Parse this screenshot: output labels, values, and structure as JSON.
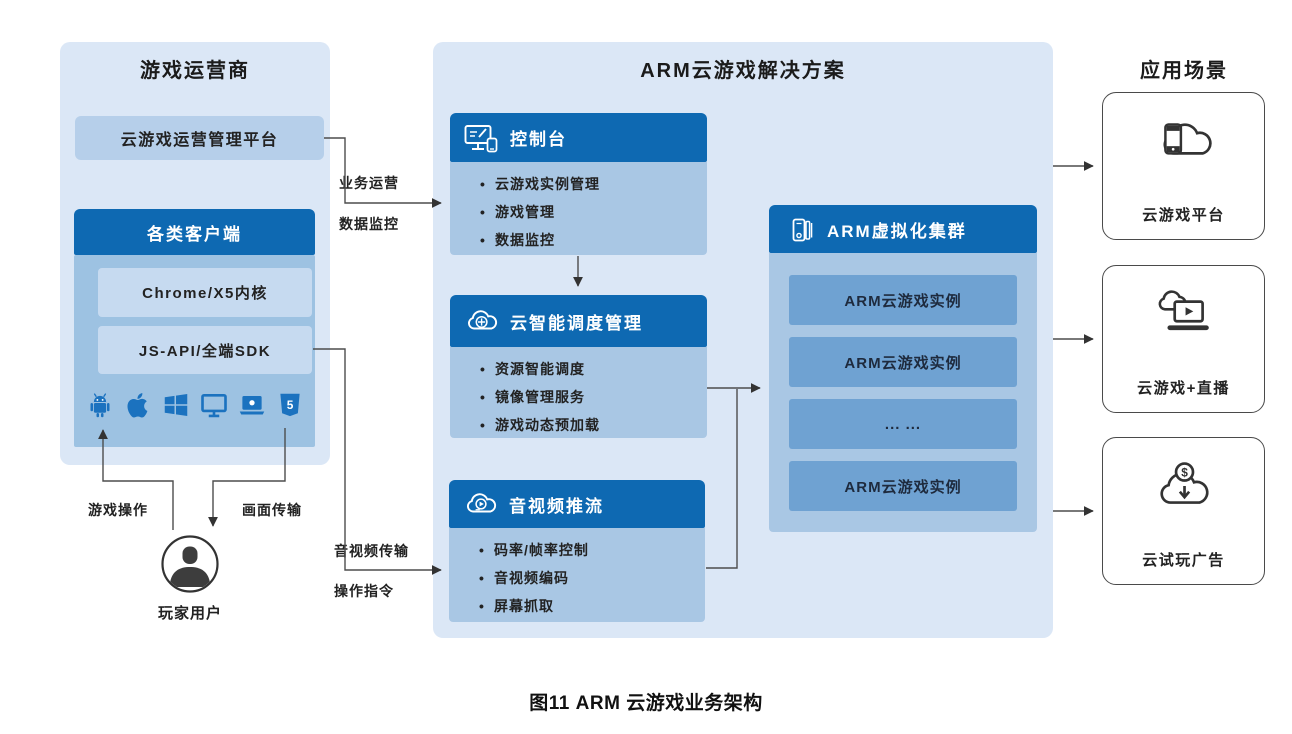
{
  "diagram": {
    "caption": "图11  ARM 云游戏业务架构",
    "left_panel": {
      "title": "游戏运营商",
      "platform_box": "云游戏运营管理平台",
      "clients": {
        "header": "各类客户端",
        "kernel_box": "Chrome/X5内核",
        "sdk_box": "JS-API/全端SDK",
        "platform_icons": [
          "android-icon",
          "apple-icon",
          "windows-icon",
          "monitor-icon",
          "mac-laptop-icon",
          "html5-icon"
        ],
        "html5_glyph": "5"
      }
    },
    "player": {
      "label": "玩家用户",
      "upstream_label": "游戏操作",
      "downstream_label": "画面传输"
    },
    "solution_panel": {
      "title": "ARM云游戏解决方案",
      "modules": [
        {
          "title": "控制台",
          "icon": "console-icon",
          "bullets": [
            "云游戏实例管理",
            "游戏管理",
            "数据监控"
          ]
        },
        {
          "title": "云智能调度管理",
          "icon": "cloud-schedule-icon",
          "bullets": [
            "资源智能调度",
            "镜像管理服务",
            "游戏动态预加载"
          ]
        },
        {
          "title": "音视频推流",
          "icon": "cloud-stream-icon",
          "bullets": [
            "码率/帧率控制",
            "音视频编码",
            "屏幕抓取"
          ]
        }
      ],
      "cluster": {
        "title": "ARM虚拟化集群",
        "icon": "server-icon",
        "rows": [
          "ARM云游戏实例",
          "ARM云游戏实例",
          "... ...",
          "ARM云游戏实例"
        ]
      }
    },
    "flow_labels": {
      "to_console_top": "业务运营",
      "to_console_bottom": "数据监控",
      "to_stream_top": "音视频传输",
      "to_stream_bottom": "操作指令"
    },
    "scenarios_panel": {
      "title": "应用场景",
      "items": [
        {
          "label": "云游戏平台",
          "icon": "phone-cloud-icon"
        },
        {
          "label": "云游戏+直播",
          "icon": "cloud-live-icon"
        },
        {
          "label": "云试玩广告",
          "icon": "cloud-ad-icon"
        }
      ],
      "dollar_glyph": "$"
    },
    "colors": {
      "panel_bg": "#dbe7f6",
      "header_blue": "#0e69b2",
      "module_body_blue": "#a9c7e4",
      "client_body_blue": "#9dc2e2",
      "light_box_blue": "#c6daf0",
      "platform_box_blue": "#b6cfea",
      "instance_row_blue": "#6fa2d2",
      "icon_blue": "#1b72bf",
      "line_gray": "#4d4d4d",
      "text_dark": "#262626"
    }
  }
}
